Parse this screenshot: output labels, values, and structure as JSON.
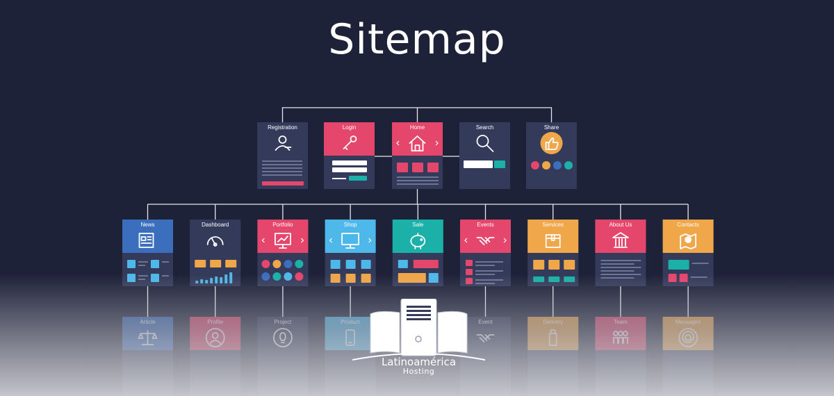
{
  "title": "Sitemap",
  "colors": {
    "background": "#1e2239",
    "card_body": "#343b5a",
    "line": "#e8e8ee",
    "red": "#e5466c",
    "blue": "#3b6fbe",
    "sky": "#4fb8ea",
    "teal": "#1bb1a8",
    "orange": "#f0a74a"
  },
  "top_row": [
    {
      "label": "Registration",
      "color": "card_body",
      "icon": "user-icon",
      "variant": "form"
    },
    {
      "label": "Login",
      "color": "red",
      "icon": "key-icon",
      "variant": "login"
    },
    {
      "label": "Home",
      "color": "red",
      "icon": "home-icon",
      "variant": "home"
    },
    {
      "label": "Search",
      "color": "card_body",
      "icon": "search-icon",
      "variant": "search"
    },
    {
      "label": "Share",
      "color": "card_body",
      "icon": "thumbs-up-icon",
      "variant": "share"
    }
  ],
  "middle_row": [
    {
      "label": "News",
      "color": "blue",
      "icon": "newspaper-icon",
      "variant": "grid4"
    },
    {
      "label": "Dashboard",
      "color": "card_body",
      "icon": "gauge-icon",
      "variant": "dashboard"
    },
    {
      "label": "Portfolio",
      "color": "red",
      "icon": "presentation-icon",
      "variant": "circles"
    },
    {
      "label": "Shop",
      "color": "sky",
      "icon": "monitor-icon",
      "variant": "shop"
    },
    {
      "label": "Sale",
      "color": "teal",
      "icon": "piggy-bank-icon",
      "variant": "sale"
    },
    {
      "label": "Events",
      "color": "red",
      "icon": "handshake-icon",
      "variant": "list"
    },
    {
      "label": "Services",
      "color": "orange",
      "icon": "box-icon",
      "variant": "services"
    },
    {
      "label": "About Us",
      "color": "red",
      "icon": "bank-icon",
      "variant": "text"
    },
    {
      "label": "Contacts",
      "color": "orange",
      "icon": "map-pin-icon",
      "variant": "contacts"
    }
  ],
  "bottom_row": [
    {
      "label": "Article",
      "parent": 0,
      "color": "blue",
      "icon": "scales-icon"
    },
    {
      "label": "Profile",
      "parent": 1,
      "color": "red",
      "icon": "avatar-icon"
    },
    {
      "label": "Project",
      "parent": 2,
      "color": "card_body",
      "icon": "lightbulb-icon"
    },
    {
      "label": "Product",
      "parent": 3,
      "color": "sky",
      "icon": "phone-icon"
    },
    {
      "label": "Event",
      "parent": 5,
      "color": "card_body",
      "icon": "handshake-icon"
    },
    {
      "label": "Delivery",
      "parent": 6,
      "color": "orange",
      "icon": "bottle-icon"
    },
    {
      "label": "Team",
      "parent": 7,
      "color": "red",
      "icon": "team-icon"
    },
    {
      "label": "Messages",
      "parent": 8,
      "color": "orange",
      "icon": "at-icon"
    }
  ],
  "brand": {
    "name": "Latinoamérica",
    "sub": "Hosting",
    "icon": "server-logo-icon"
  }
}
